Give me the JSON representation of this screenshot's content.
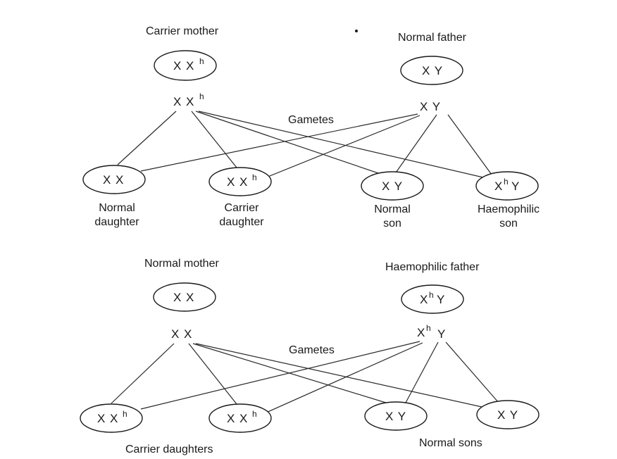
{
  "cross1": {
    "mother_label": "Carrier mother",
    "father_label": "Normal father",
    "mother_genotype": "X X",
    "mother_sup": "h",
    "father_genotype": "X Y",
    "mother_gametes": "X X",
    "mother_gametes_sup": "h",
    "father_gametes": "X Y",
    "gametes_label": "Gametes",
    "offspring": [
      {
        "genotype": "X X",
        "sup": "",
        "label_line1": "Normal",
        "label_line2": "daughter"
      },
      {
        "genotype": "X X",
        "sup": "h",
        "label_line1": "Carrier",
        "label_line2": "daughter"
      },
      {
        "genotype": "X Y",
        "sup": "",
        "label_line1": "Normal",
        "label_line2": "son"
      },
      {
        "genotype": "X",
        "sup": "h",
        "genotype_tail": "Y",
        "label_line1": "Haemophilic",
        "label_line2": "son"
      }
    ]
  },
  "cross2": {
    "mother_label": "Normal mother",
    "father_label": "Haemophilic father",
    "mother_genotype": "X X",
    "father_genotype": "X",
    "father_sup": "h",
    "father_genotype_tail": "Y",
    "mother_gametes": "X X",
    "father_gametes": "X",
    "father_gametes_sup": "h",
    "father_gametes_tail": "Y",
    "gametes_label": "Gametes",
    "offspring": [
      {
        "genotype": "X X",
        "sup": "h"
      },
      {
        "genotype": "X X",
        "sup": "h"
      },
      {
        "genotype": "X Y",
        "sup": ""
      },
      {
        "genotype": "X Y",
        "sup": ""
      }
    ],
    "daughters_label": "Carrier daughters",
    "sons_label": "Normal sons"
  }
}
